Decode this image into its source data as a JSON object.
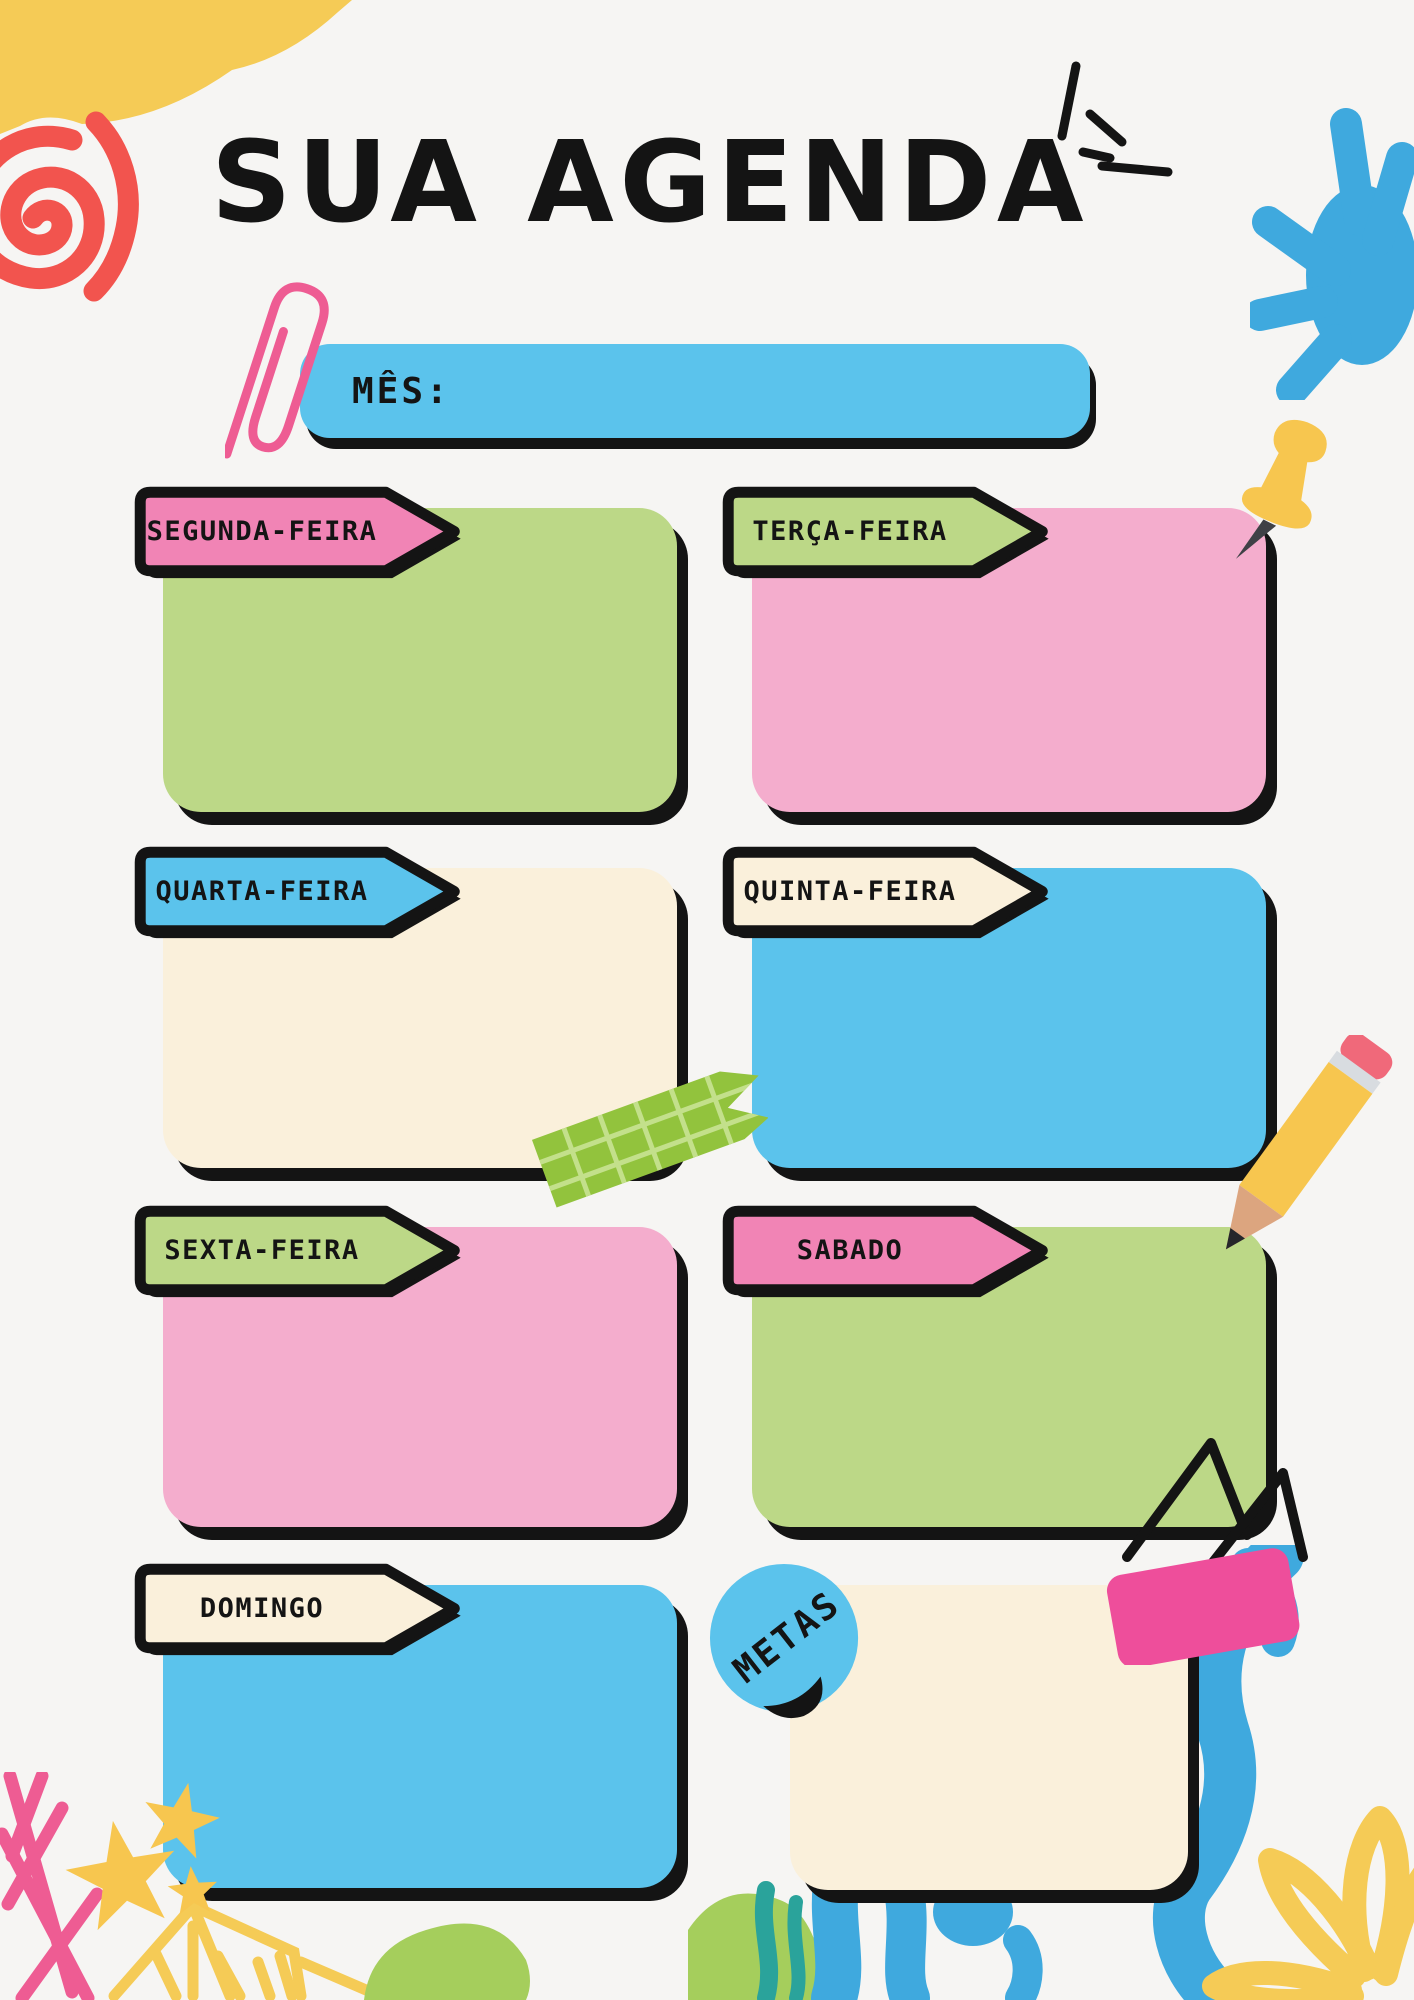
{
  "title": "SUA AGENDA",
  "month": {
    "label": "MÊS:"
  },
  "days": [
    {
      "label": "SEGUNDA-FEIRA",
      "tag_color": "#F184B5",
      "card_color": "#BCD887"
    },
    {
      "label": "TERÇA-FEIRA",
      "tag_color": "#BCD887",
      "card_color": "#F4ADCD"
    },
    {
      "label": "QUARTA-FEIRA",
      "tag_color": "#5BC3EC",
      "card_color": "#FAF0DB"
    },
    {
      "label": "QUINTA-FEIRA",
      "tag_color": "#FAF0DB",
      "card_color": "#5BC3EC"
    },
    {
      "label": "SEXTA-FEIRA",
      "tag_color": "#BCD887",
      "card_color": "#F4ADCD"
    },
    {
      "label": "SABADO",
      "tag_color": "#F184B5",
      "card_color": "#BCD887"
    },
    {
      "label": "DOMINGO",
      "tag_color": "#FAF0DB",
      "card_color": "#5BC3EC"
    }
  ],
  "metas": {
    "label": "METAS",
    "sticker_color": "#5BC3EC",
    "card_color": "#FAF0DB"
  },
  "colors": {
    "background": "#F6F5F3",
    "ink": "#141414",
    "blue": "#5BC3EC",
    "green": "#BCD887",
    "pink_tag": "#F184B5",
    "pink_card": "#F4ADCD",
    "cream": "#FAF0DB",
    "crayon_yellow": "#F5CB56",
    "crayon_red": "#F2544E",
    "crayon_blue": "#3FA9DE",
    "crayon_green": "#A5CE5C",
    "crayon_teal": "#2AA39B",
    "washi_green": "#92C33D",
    "washi_grid": "#C3E08B",
    "doodle_pink": "#EE5C93",
    "clip_pink": "#EE4E9B",
    "pin_yellow": "#F7C64F",
    "pencil_wood": "#DCA57F",
    "pencil_eraser": "#F0697A",
    "needle_gray": "#3F4146"
  },
  "decorations": [
    "yellow-crayon-blob",
    "red-spiral-doodle",
    "blue-splat-doodle",
    "sparkle-doodle",
    "paperclip-doodle",
    "pushpin-icon",
    "washi-tape",
    "pencil-icon",
    "binder-clip-icon",
    "stars-doodle",
    "tent-doodle",
    "pink-hatch-doodle",
    "green-blob",
    "crayon-cluster",
    "blue-squiggle",
    "yellow-flower-doodle"
  ]
}
